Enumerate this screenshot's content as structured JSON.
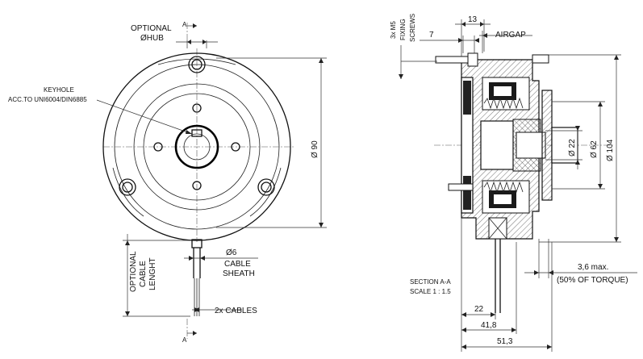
{
  "front_view": {
    "optional_hub": [
      "OPTIONAL",
      "ØHUB"
    ],
    "section_mark": "A",
    "keyhole_label": [
      "KEYHOLE",
      "ACC.TO UNI6004/DIN6885"
    ],
    "diameter_90": "Ø 90",
    "cable_sheath_diam": "Ø6",
    "cable_sheath": [
      "CABLE",
      "SHEATH"
    ],
    "optional_cable_length": [
      "OPTIONAL",
      "CABLE",
      "LENGHT"
    ],
    "cables": "2x CABLES"
  },
  "section_view": {
    "fixing_screws": [
      "3x M5",
      "FIXING",
      "SCREWS"
    ],
    "dim_13": "13",
    "dim_7": "7",
    "airgap": "AIRGAP",
    "dim_22_diam": "Ø 22",
    "dim_62_diam": "Ø 62",
    "dim_104_diam": "Ø 104",
    "section_label": "SECTION A-A",
    "scale_label": "SCALE 1 : 1.5",
    "max_gap": "3,6 max.",
    "torque_note": "(50% OF TORQUE)",
    "dim_22": "22",
    "dim_41_8": "41,8",
    "dim_51_3": "51,3"
  },
  "colors": {
    "line": "#111111",
    "background": "#ffffff"
  }
}
